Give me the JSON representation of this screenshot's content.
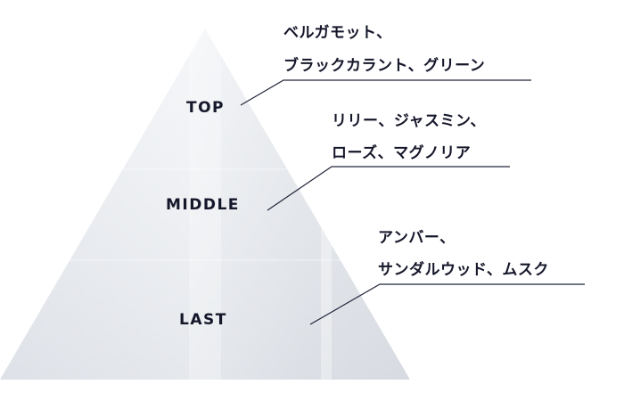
{
  "colors": {
    "pyramid_light": "#eef0f4",
    "pyramid_mid": "#e3e6eb",
    "pyramid_shade": "#d9dce2",
    "leader": "#23263a",
    "text": "#15172a"
  },
  "tiers": [
    {
      "label": "TOP",
      "notes": [
        "ベルガモット、",
        "ブラックカラント、グリーン"
      ]
    },
    {
      "label": "MIDDLE",
      "notes": [
        "リリー、ジャスミン、",
        "ローズ、マグノリア"
      ]
    },
    {
      "label": "LAST",
      "notes": [
        "アンバー、",
        "サンダルウッド、ムスク"
      ]
    }
  ]
}
